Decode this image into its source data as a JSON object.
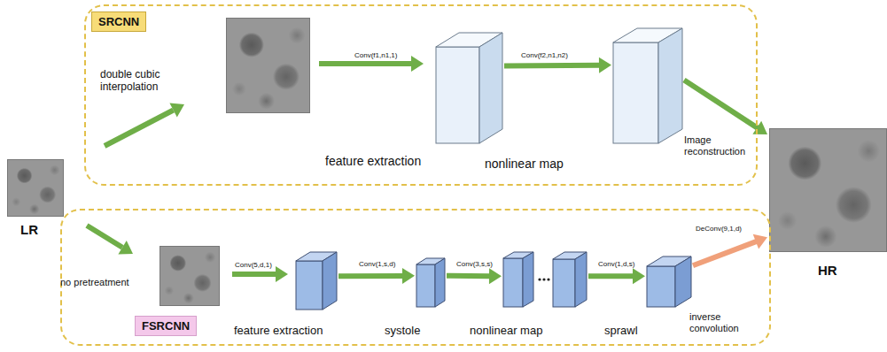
{
  "diagram": {
    "nodes": [
      {
        "text": [
          "LR"
        ]
      },
      {
        "text": [
          "SRCNN"
        ]
      },
      {
        "text": [
          "feature extraction"
        ],
        "in": 1
      },
      {
        "text": [
          "nonlinear map"
        ],
        "in": 1
      },
      {
        "text": [
          "HR"
        ]
      },
      {
        "text": [
          "FSRCNN"
        ]
      },
      {
        "text": [
          "feature extraction"
        ],
        "in": 5
      },
      {
        "text": [
          "systole"
        ],
        "in": 5
      },
      {
        "text": [
          "nonlinear map"
        ],
        "in": 5
      },
      {
        "text": [
          "sprawl"
        ],
        "in": 5
      }
    ],
    "edges": [
      {
        "from": 2,
        "to": 3,
        "arrow": "to",
        "label": "Conv(f2,n1,n2)"
      },
      {
        "from": 3,
        "to": 4,
        "arrow": "to",
        "label": "Image reconstruction"
      },
      {
        "from": 6,
        "to": 7,
        "arrow": "to",
        "label": "Conv(1,s,d)"
      },
      {
        "from": 7,
        "to": 8,
        "arrow": "to",
        "label": "Conv(3,s,s)"
      },
      {
        "from": 8,
        "to": 9,
        "arrow": "to",
        "label": "Conv(1,d,s)"
      },
      {
        "from": 9,
        "to": 4,
        "arrow": "to",
        "label": "DeConv(9,1,d)"
      }
    ],
    "labels": [
      "double cubic interpolation",
      "Conv(f1,n1,1)",
      "no pretreatment",
      "Conv(5,d,1)",
      "inverse convolution"
    ]
  }
}
